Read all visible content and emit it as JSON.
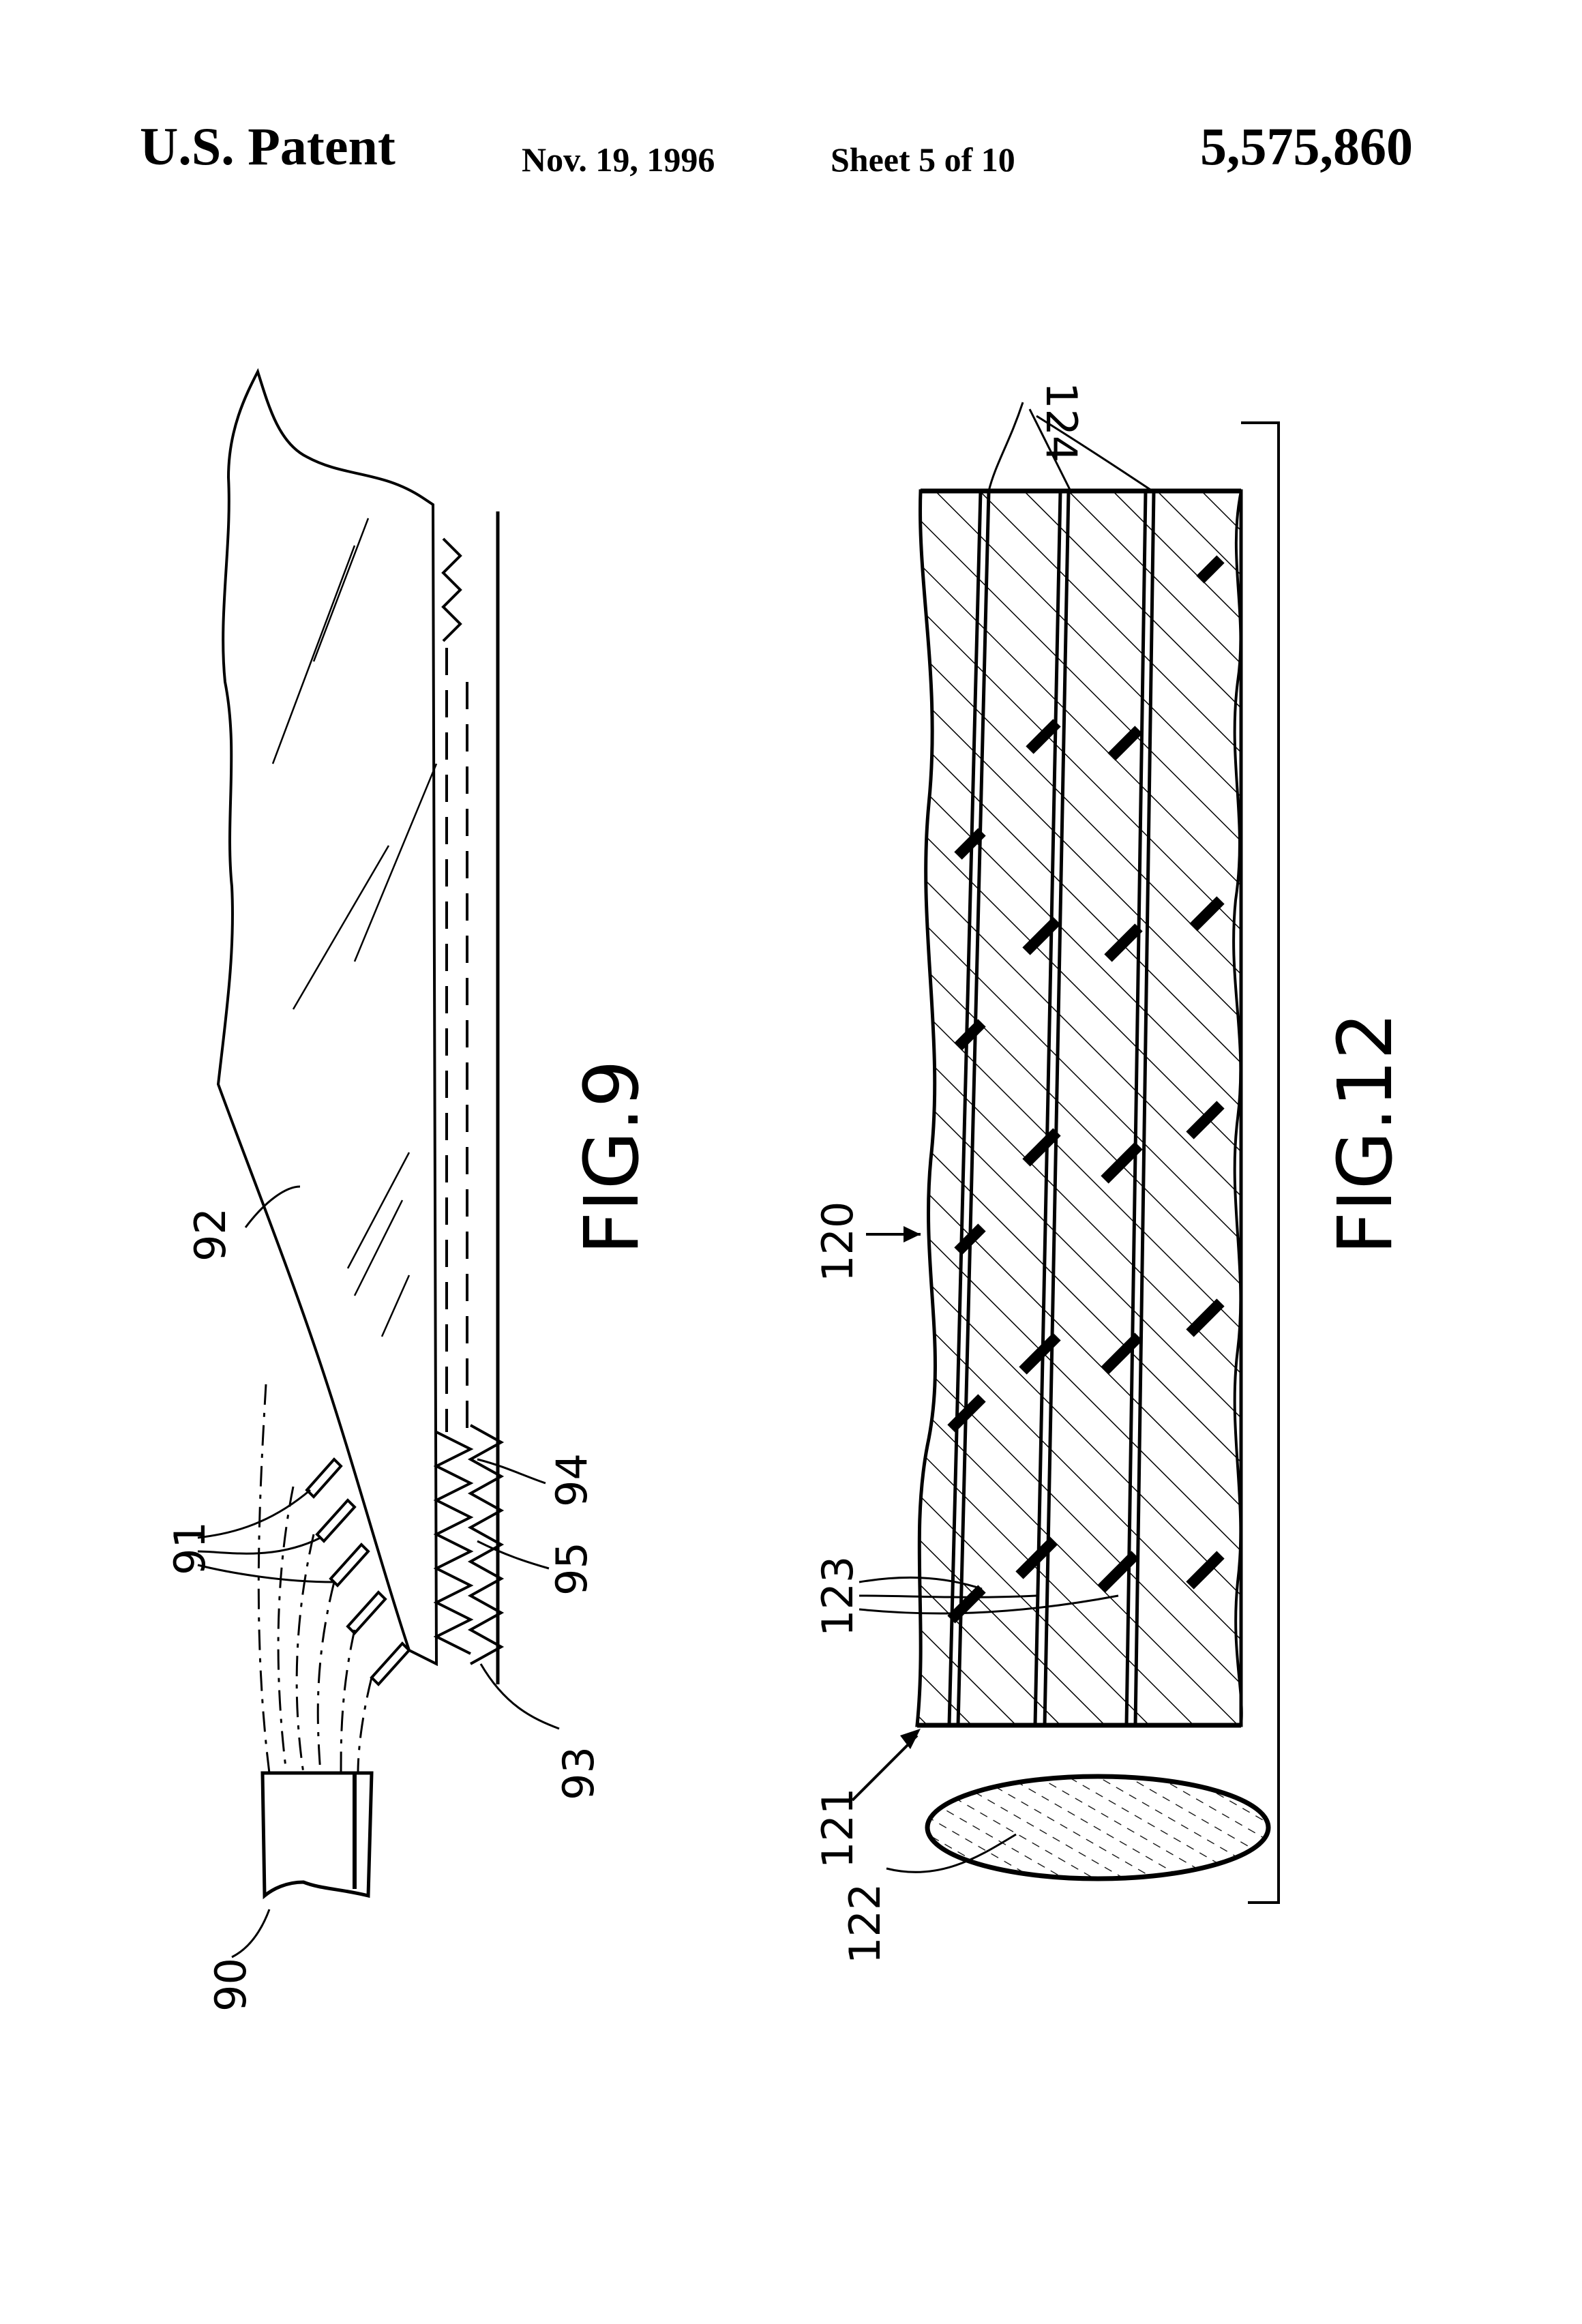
{
  "header": {
    "left": "U.S. Patent",
    "date": "Nov. 19, 1996",
    "sheet": "Sheet 5 of 10",
    "number": "5,575,860"
  },
  "fig9": {
    "label": "FIG.9",
    "refs": {
      "r90": "90",
      "r91": "91",
      "r92": "92",
      "r93": "93",
      "r94": "94",
      "r95": "95"
    }
  },
  "fig12": {
    "label": "FIG.12",
    "refs": {
      "r120": "120",
      "r121": "121",
      "r122": "122",
      "r123": "123",
      "r124": "124"
    }
  },
  "colors": {
    "ink": "#000000",
    "paper": "#ffffff"
  }
}
